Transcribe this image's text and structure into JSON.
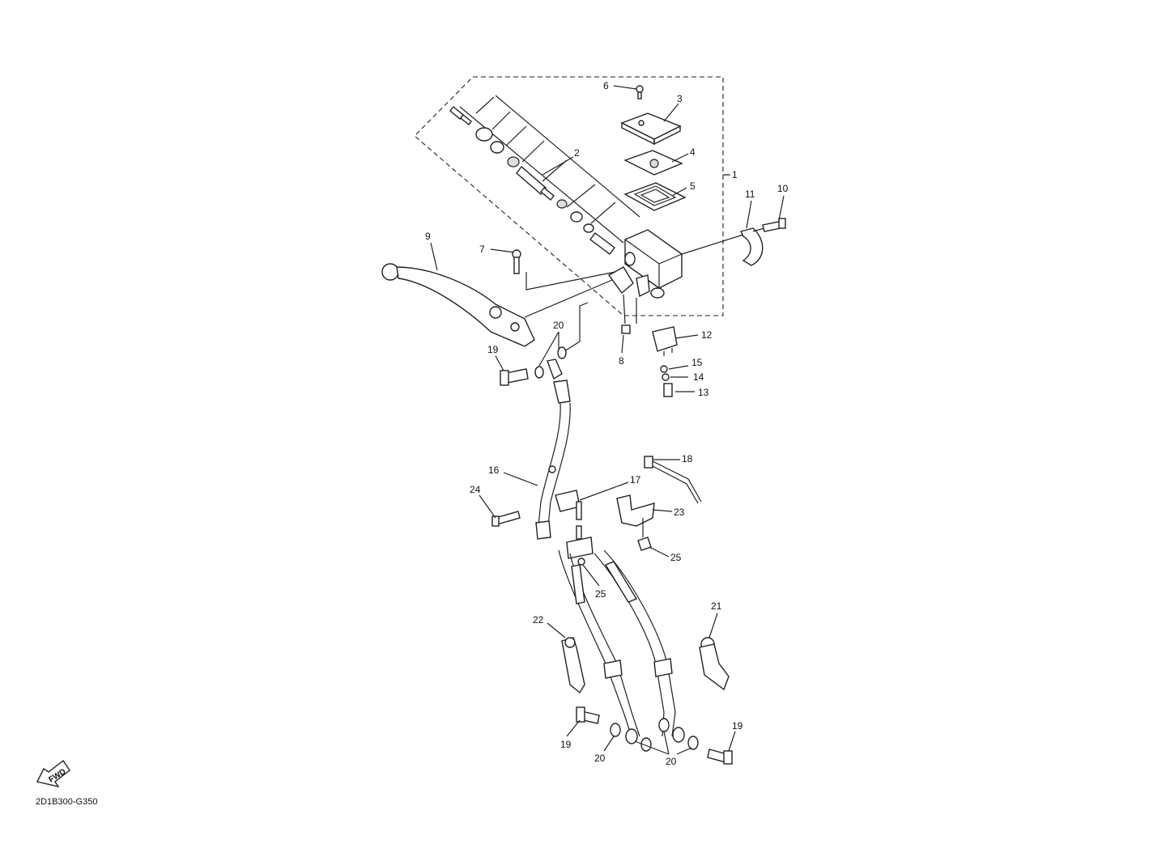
{
  "callouts": [
    "1",
    "2",
    "3",
    "4",
    "5",
    "6",
    "7",
    "8",
    "9",
    "10",
    "11",
    "12",
    "13",
    "14",
    "15",
    "16",
    "17",
    "18",
    "19",
    "20",
    "21",
    "22",
    "23",
    "24",
    "25"
  ],
  "fwd_label": "FWD",
  "diagram_code": "2D1B300-G350"
}
